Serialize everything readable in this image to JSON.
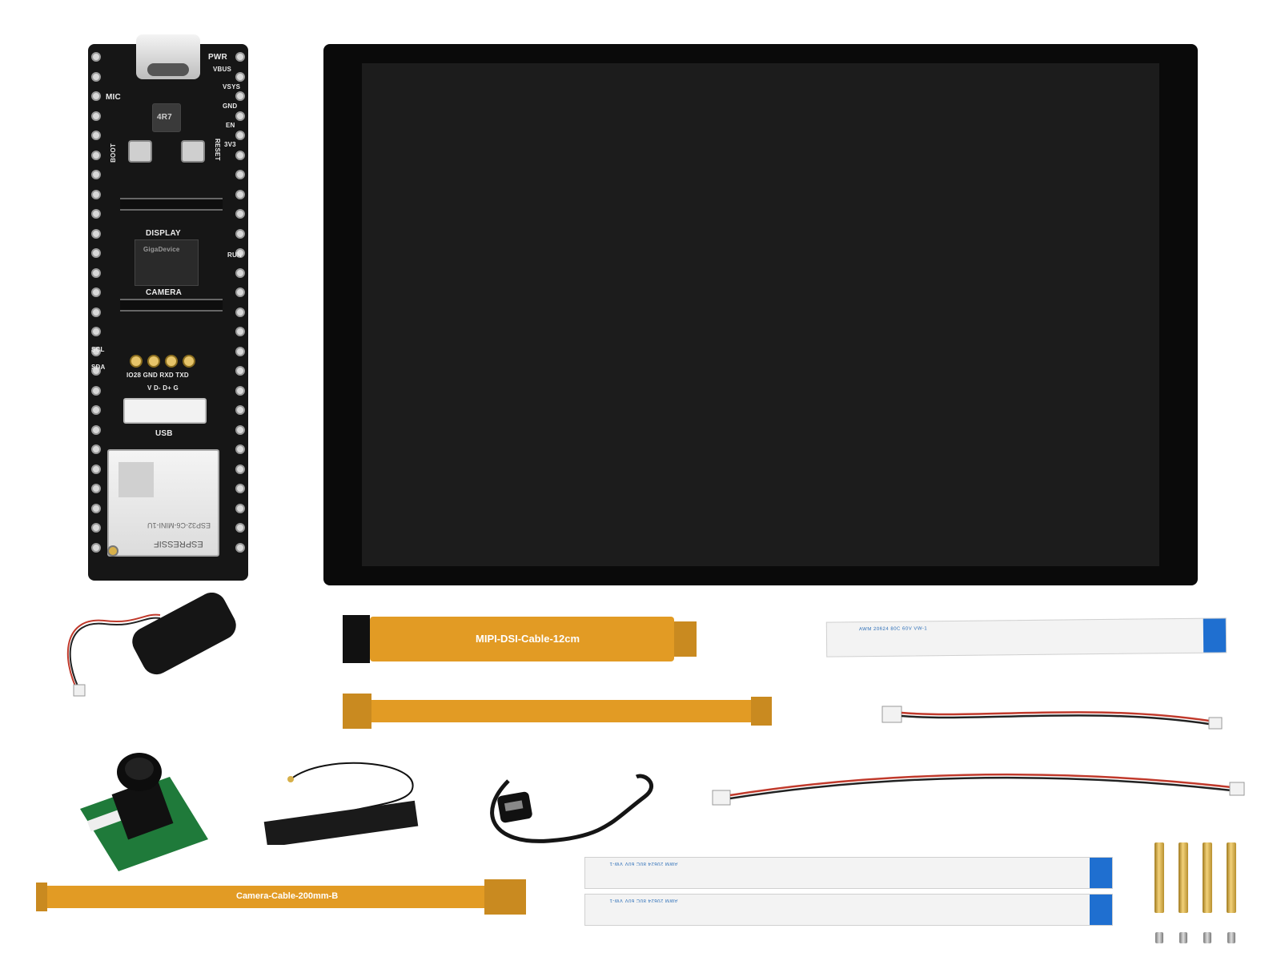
{
  "board": {
    "labels": {
      "mic": "MIC",
      "pwr": "PWR",
      "vbus": "VBUS",
      "vsys": "VSYS",
      "gnd": "GND",
      "en": "EN",
      "v3v3": "3V3",
      "boot": "BOOT",
      "reset": "RESET",
      "run": "RUN",
      "scl": "SCL",
      "sda": "SDA",
      "display": "DISPLAY",
      "camera": "CAMERA",
      "inductor": "4R7",
      "uart": "IO28 GND RXD TXD",
      "usb_pins": "V D- D+ G",
      "usb": "USB",
      "chip_brand": "GigaDevice",
      "module_maker": "ESPRESSIF",
      "module_name": "ESP32-C6-MINI-1U"
    }
  },
  "cables": {
    "dsi_label": "MIPI-DSI-Cable-12cm",
    "camera_label": "Camera-Cable-200mm-B",
    "ffc_print": "AWM 20624 80C 60V VW-1"
  },
  "colors": {
    "fpc": "#e29b24",
    "board": "#161616",
    "display_frame": "#0a0a0a",
    "display_screen": "#1c1c1c",
    "ffc_tab": "#1f6fd0",
    "pcb_green": "#1f7a3a"
  }
}
